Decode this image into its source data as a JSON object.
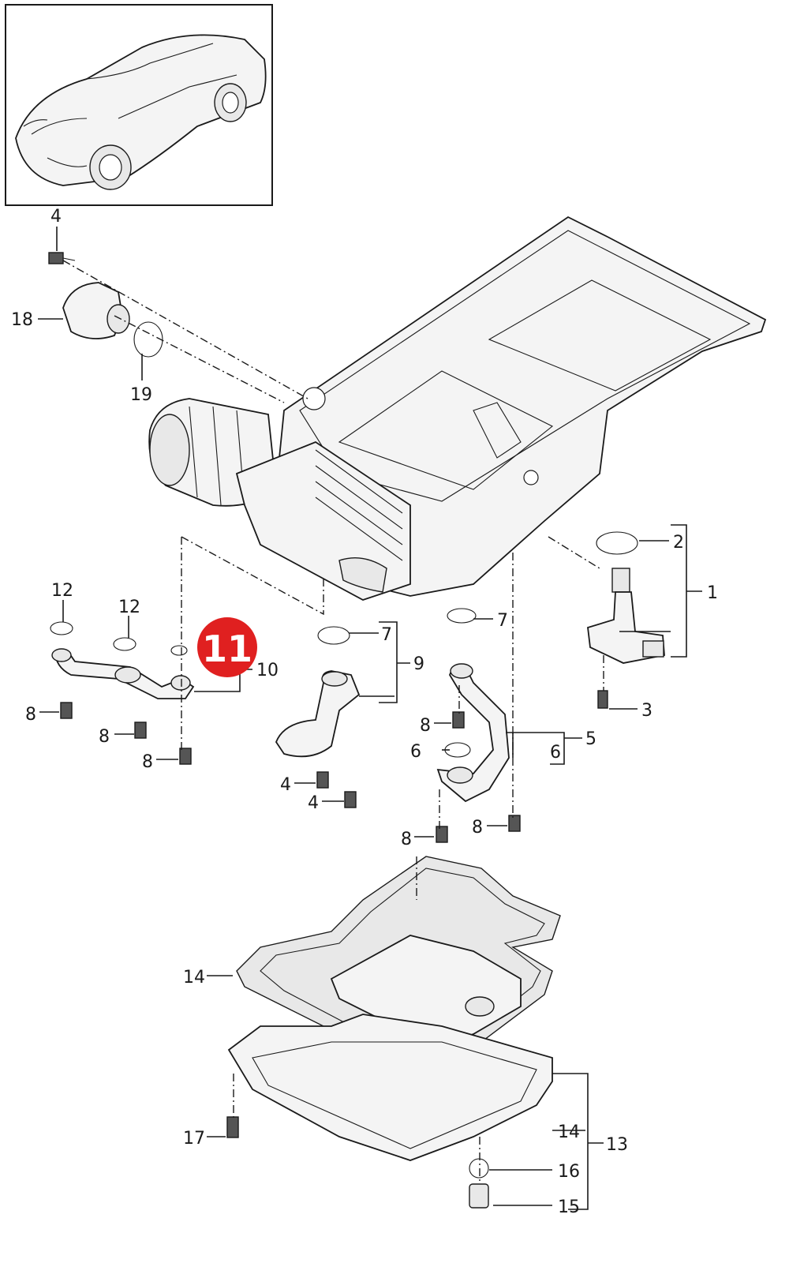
{
  "labels": {
    "l1": "1",
    "l2": "2",
    "l3": "3",
    "l4a": "4",
    "l4b": "4",
    "l4c": "4",
    "l5": "5",
    "l6a": "6",
    "l6b": "6",
    "l7a": "7",
    "l7b": "7",
    "l8a": "8",
    "l8b": "8",
    "l8c": "8",
    "l8d": "8",
    "l8e": "8",
    "l8f": "8",
    "l9": "9",
    "l10": "10",
    "l12a": "12",
    "l12b": "12",
    "l13": "13",
    "l14a": "14",
    "l14b": "14",
    "l15": "15",
    "l16": "16",
    "l17": "17",
    "l18": "18",
    "l19": "19"
  },
  "highlight": {
    "number": "11",
    "color": "#e02020"
  },
  "colors": {
    "line": "#1a1a1a",
    "background": "#ffffff"
  }
}
